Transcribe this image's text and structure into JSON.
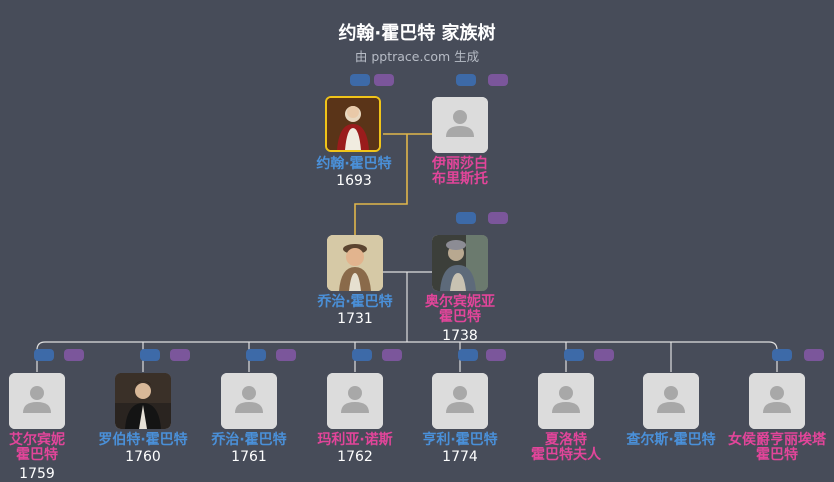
{
  "header": {
    "title": "约翰·霍巴特 家族树",
    "subtitle": "由 pptrace.com 生成"
  },
  "people": {
    "john": {
      "name_lines": [
        "约翰·霍巴特"
      ],
      "year": "1693",
      "gender": "male",
      "photo": "portrait-john"
    },
    "elizabeth": {
      "name_lines": [
        "伊丽莎白",
        "布里斯托"
      ],
      "year": "",
      "gender": "female",
      "photo": "placeholder"
    },
    "george": {
      "name_lines": [
        "乔治·霍巴特"
      ],
      "year": "1731",
      "gender": "male",
      "photo": "portrait-george"
    },
    "albinia": {
      "name_lines": [
        "奥尔宾妮亚",
        "霍巴特"
      ],
      "year": "1738",
      "gender": "female",
      "photo": "portrait-albinia"
    },
    "albinia2": {
      "name_lines": [
        "艾尔宾妮",
        "霍巴特"
      ],
      "year": "1759",
      "gender": "female",
      "photo": "placeholder"
    },
    "robert": {
      "name_lines": [
        "罗伯特·霍巴特"
      ],
      "year": "1760",
      "gender": "male",
      "photo": "portrait-robert"
    },
    "george2": {
      "name_lines": [
        "乔治·霍巴特"
      ],
      "year": "1761",
      "gender": "male",
      "photo": "placeholder"
    },
    "maria": {
      "name_lines": [
        "玛利亚·诺斯"
      ],
      "year": "1762",
      "gender": "female",
      "photo": "placeholder"
    },
    "henry": {
      "name_lines": [
        "亨利·霍巴特"
      ],
      "year": "1774",
      "gender": "male",
      "photo": "placeholder"
    },
    "charlotte": {
      "name_lines": [
        "夏洛特",
        "霍巴特夫人"
      ],
      "year": "",
      "gender": "female",
      "photo": "placeholder"
    },
    "charles": {
      "name_lines": [
        "查尔斯·霍巴特"
      ],
      "year": "",
      "gender": "male",
      "photo": "placeholder"
    },
    "henrietta": {
      "name_lines": [
        "女侯爵亨丽埃塔",
        "霍巴特"
      ],
      "year": "",
      "gender": "female",
      "photo": "placeholder"
    }
  },
  "colors": {
    "background": "#474c59",
    "male_name": "#4a90d9",
    "female_name": "#e2459a",
    "highlight_line": "#e0b64b",
    "normal_line": "#e0e0e0",
    "chip_blue": "#3d6aa8",
    "chip_purple": "#7b569b"
  }
}
